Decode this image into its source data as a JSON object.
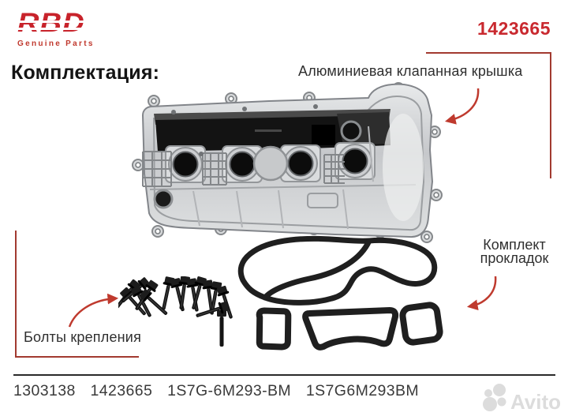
{
  "brand": {
    "name": "RBD",
    "tagline": "Genuine Parts"
  },
  "header": {
    "part_number": "1423665"
  },
  "heading": "Комплектация:",
  "callouts": {
    "valve_cover": "Алюминиевая клапанная крышка",
    "gasket_kit": "Комплект прокладок",
    "bolts": "Болты крепления"
  },
  "footer": {
    "part_numbers": [
      "1303138",
      "1423665",
      "1S7G-6M293-BM",
      "1S7G6M293BM"
    ],
    "watermark": "Avito"
  },
  "colors": {
    "brand_red": "#c8232b",
    "part_number_red": "#c9292f",
    "bracket_red": "#a23a30",
    "arrow_red": "#bf3a2e",
    "text_dark": "#2f2f2f",
    "footer_text": "#3a3a3a",
    "watermark_gray": "#dcdcdc",
    "gasket_black": "#1f1f1f"
  }
}
